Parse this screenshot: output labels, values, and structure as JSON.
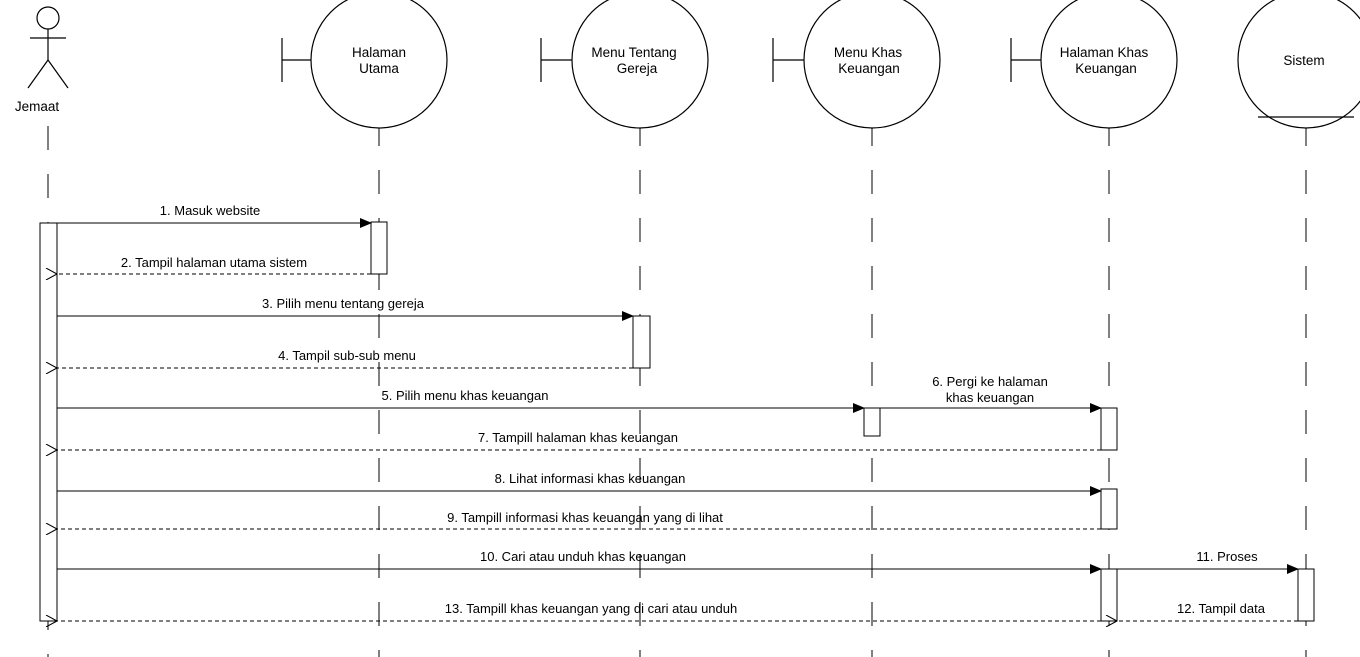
{
  "participants": {
    "jemaat": {
      "type": "actor",
      "label": "Jemaat"
    },
    "halaman_utama": {
      "type": "boundary",
      "lines": [
        "Halaman",
        "Utama"
      ]
    },
    "menu_tentang_gereja": {
      "type": "boundary",
      "lines": [
        "Menu Tentang",
        "Gereja"
      ]
    },
    "menu_khas_keuangan": {
      "type": "boundary",
      "lines": [
        "Menu Khas",
        "Keuangan"
      ]
    },
    "halaman_khas_keuangan": {
      "type": "boundary",
      "lines": [
        "Halaman Khas",
        "Keuangan"
      ]
    },
    "sistem": {
      "type": "entity",
      "lines": [
        "Sistem"
      ]
    }
  },
  "messages": [
    {
      "id": "m1",
      "text": "1. Masuk website",
      "from": "jemaat",
      "to": "halaman_utama",
      "style": "sync"
    },
    {
      "id": "m2",
      "text": "2. Tampil halaman utama sistem",
      "from": "halaman_utama",
      "to": "jemaat",
      "style": "return"
    },
    {
      "id": "m3",
      "text": "3. Pilih menu tentang gereja",
      "from": "jemaat",
      "to": "menu_tentang_gereja",
      "style": "sync"
    },
    {
      "id": "m4",
      "text": "4. Tampil sub-sub menu",
      "from": "menu_tentang_gereja",
      "to": "jemaat",
      "style": "return"
    },
    {
      "id": "m5",
      "text": "5. Pilih menu khas keuangan",
      "from": "jemaat",
      "to": "menu_khas_keuangan",
      "style": "sync"
    },
    {
      "id": "m6",
      "text": [
        "6. Pergi ke halaman",
        "khas keuangan"
      ],
      "from": "menu_khas_keuangan",
      "to": "halaman_khas_keuangan",
      "style": "sync"
    },
    {
      "id": "m7",
      "text": "7. Tampill halaman khas keuangan",
      "from": "halaman_khas_keuangan",
      "to": "jemaat",
      "style": "return"
    },
    {
      "id": "m8",
      "text": "8. Lihat informasi khas keuangan",
      "from": "jemaat",
      "to": "halaman_khas_keuangan",
      "style": "sync"
    },
    {
      "id": "m9",
      "text": "9. Tampill informasi khas keuangan yang di lihat",
      "from": "halaman_khas_keuangan",
      "to": "jemaat",
      "style": "return"
    },
    {
      "id": "m10",
      "text": "10. Cari atau unduh khas keuangan",
      "from": "jemaat",
      "to": "halaman_khas_keuangan",
      "style": "sync"
    },
    {
      "id": "m11",
      "text": "11. Proses",
      "from": "halaman_khas_keuangan",
      "to": "sistem",
      "style": "sync"
    },
    {
      "id": "m12",
      "text": "12. Tampil data",
      "from": "sistem",
      "to": "halaman_khas_keuangan",
      "style": "return"
    },
    {
      "id": "m13",
      "text": "13. Tampill khas keuangan yang di cari atau unduh",
      "from": "halaman_khas_keuangan",
      "to": "jemaat",
      "style": "return"
    }
  ]
}
